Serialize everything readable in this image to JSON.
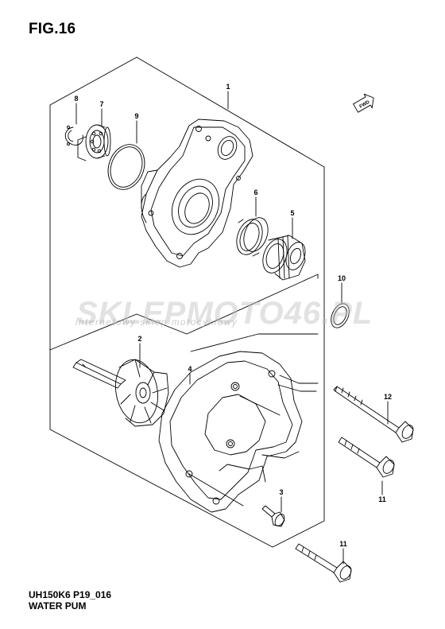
{
  "figure": {
    "title": "FIG.16",
    "model_code": "UH150K6 P19_016",
    "name": "WATER PUM",
    "direction_marker": "FWD"
  },
  "watermark": {
    "brand_text": "SKLEPMOTO46.PL",
    "tagline": "internetowy sklep motocyklowy"
  },
  "callouts": [
    {
      "id": "c1",
      "label": "1"
    },
    {
      "id": "c2",
      "label": "2"
    },
    {
      "id": "c3",
      "label": "3"
    },
    {
      "id": "c4",
      "label": "4"
    },
    {
      "id": "c5",
      "label": "5"
    },
    {
      "id": "c6",
      "label": "6"
    },
    {
      "id": "c7",
      "label": "7"
    },
    {
      "id": "c8",
      "label": "8"
    },
    {
      "id": "c9",
      "label": "9"
    },
    {
      "id": "c10",
      "label": "10"
    },
    {
      "id": "c11a",
      "label": "11"
    },
    {
      "id": "c11b",
      "label": "11"
    },
    {
      "id": "c12",
      "label": "12"
    }
  ]
}
